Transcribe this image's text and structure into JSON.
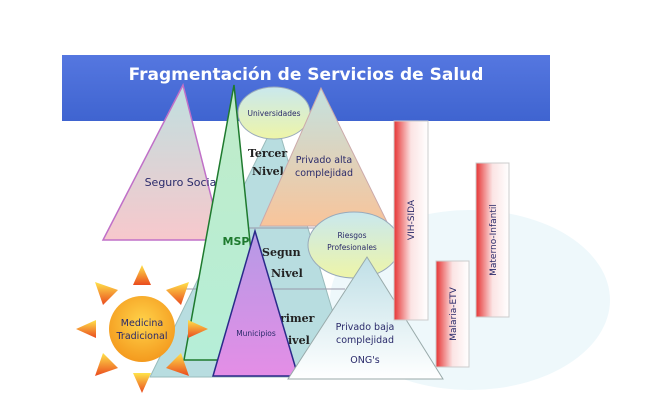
{
  "title": "Fragmentación de Servicios de Salud",
  "shapes": {
    "seguro_social": "Seguro Social",
    "universidades": "Universidades",
    "tercer_nivel": [
      "Tercer",
      "Nivel"
    ],
    "privado_alta": [
      "Privado alta",
      "complejidad"
    ],
    "msp": "MSP",
    "riesgos": [
      "Riesgos",
      "Profesionales"
    ],
    "segundo_nivel": [
      "Segun",
      "Nivel"
    ],
    "primer_nivel": [
      "rimer",
      "ivel"
    ],
    "municipios": "Municipios",
    "privado_baja": [
      "Privado baja",
      "complejidad"
    ],
    "ongs": "ONG's",
    "medicina": [
      "Medicina",
      "Tradicional"
    ]
  },
  "programs": [
    "VIH-SIDA",
    "Malaria-ETV",
    "Materno-Infantil"
  ],
  "colors": {
    "title_bar": "#4a6fd8",
    "program_red": "#e83a3a",
    "msp_green": "#1e7a2e"
  }
}
